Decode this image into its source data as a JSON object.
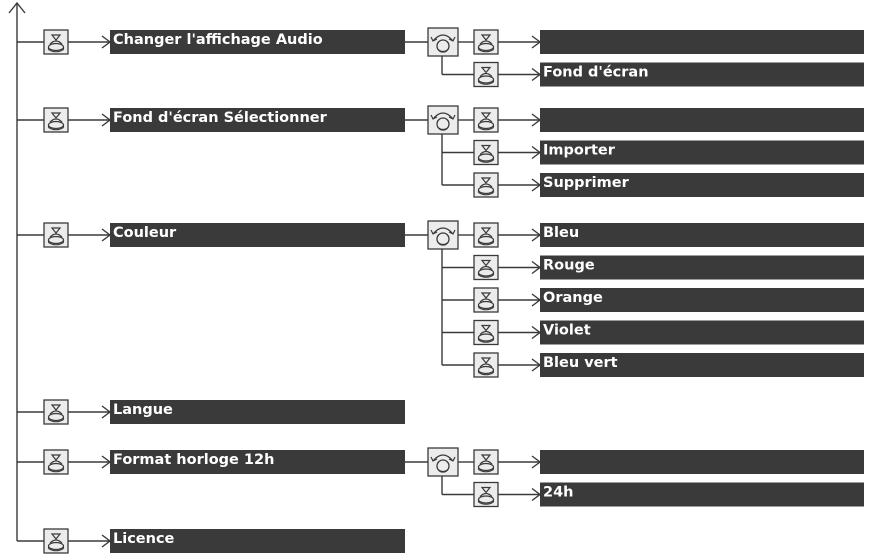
{
  "menu": [
    {
      "label": "Changer l'affichage Audio",
      "options": [
        "",
        "Fond d'écran"
      ]
    },
    {
      "label": "Fond d'écran Sélectionner",
      "options": [
        "",
        "Importer",
        "Supprimer"
      ]
    },
    {
      "label": "Couleur",
      "options": [
        "Bleu",
        "Rouge",
        "Orange",
        "Violet",
        "Bleu vert"
      ]
    },
    {
      "label": "Langue",
      "options": []
    },
    {
      "label": "Format horloge 12h",
      "options": [
        "",
        "24h"
      ]
    },
    {
      "label": "Licence",
      "options": []
    }
  ],
  "icons": {
    "select": "press-select-knob-icon",
    "rotate": "rotate-knob-icon"
  },
  "colors": {
    "bar": "#3a3a3a",
    "line": "#3a3a3a",
    "icon_fill": "#ececec",
    "text": "#ffffff"
  }
}
